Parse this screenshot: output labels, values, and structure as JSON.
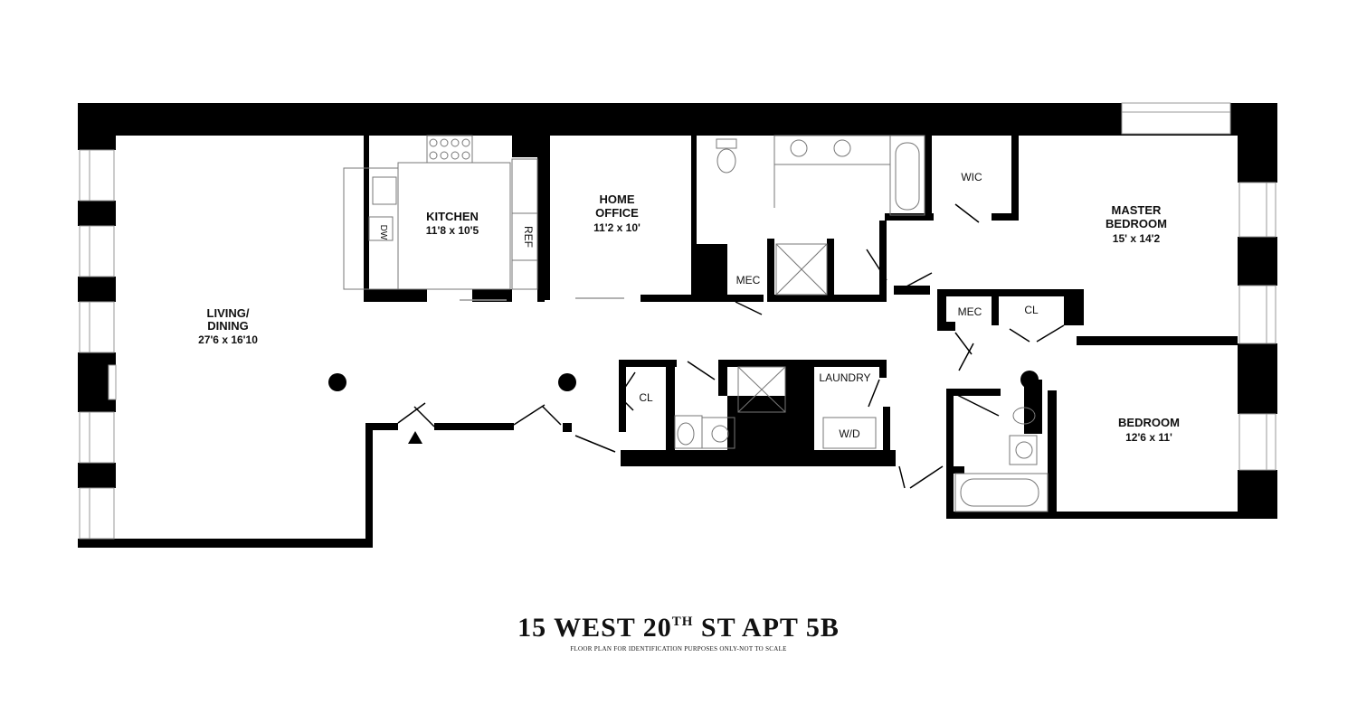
{
  "rooms": {
    "living": {
      "name": "LIVING/",
      "name2": "DINING",
      "dim": "27'6 x 16'10"
    },
    "kitchen": {
      "name": "KITCHEN",
      "dim": "11'8 x 10'5"
    },
    "office": {
      "name": "HOME",
      "name2": "OFFICE",
      "dim": "11'2 x 10'"
    },
    "master": {
      "name": "MASTER",
      "name2": "BEDROOM",
      "dim": "15' x 14'2"
    },
    "bedroom": {
      "name": "BEDROOM",
      "dim": "12'6 x 11'"
    }
  },
  "labels": {
    "wic": "WIC",
    "mec1": "MEC",
    "mec2": "MEC",
    "cl1": "CL",
    "cl2": "CL",
    "laundry": "LAUNDRY",
    "wd": "W/D",
    "ref": "REF",
    "dw": "DW"
  },
  "title": {
    "address_pre": "15 WEST 20",
    "address_sup": "TH",
    "address_post": " ST APT 5B",
    "disclaimer": "FLOOR PLAN FOR IDENTIFICATION PURPOSES ONLY-NOT TO SCALE"
  },
  "colors": {
    "wall": "#000000",
    "background": "#ffffff",
    "fixture": "#777777"
  }
}
